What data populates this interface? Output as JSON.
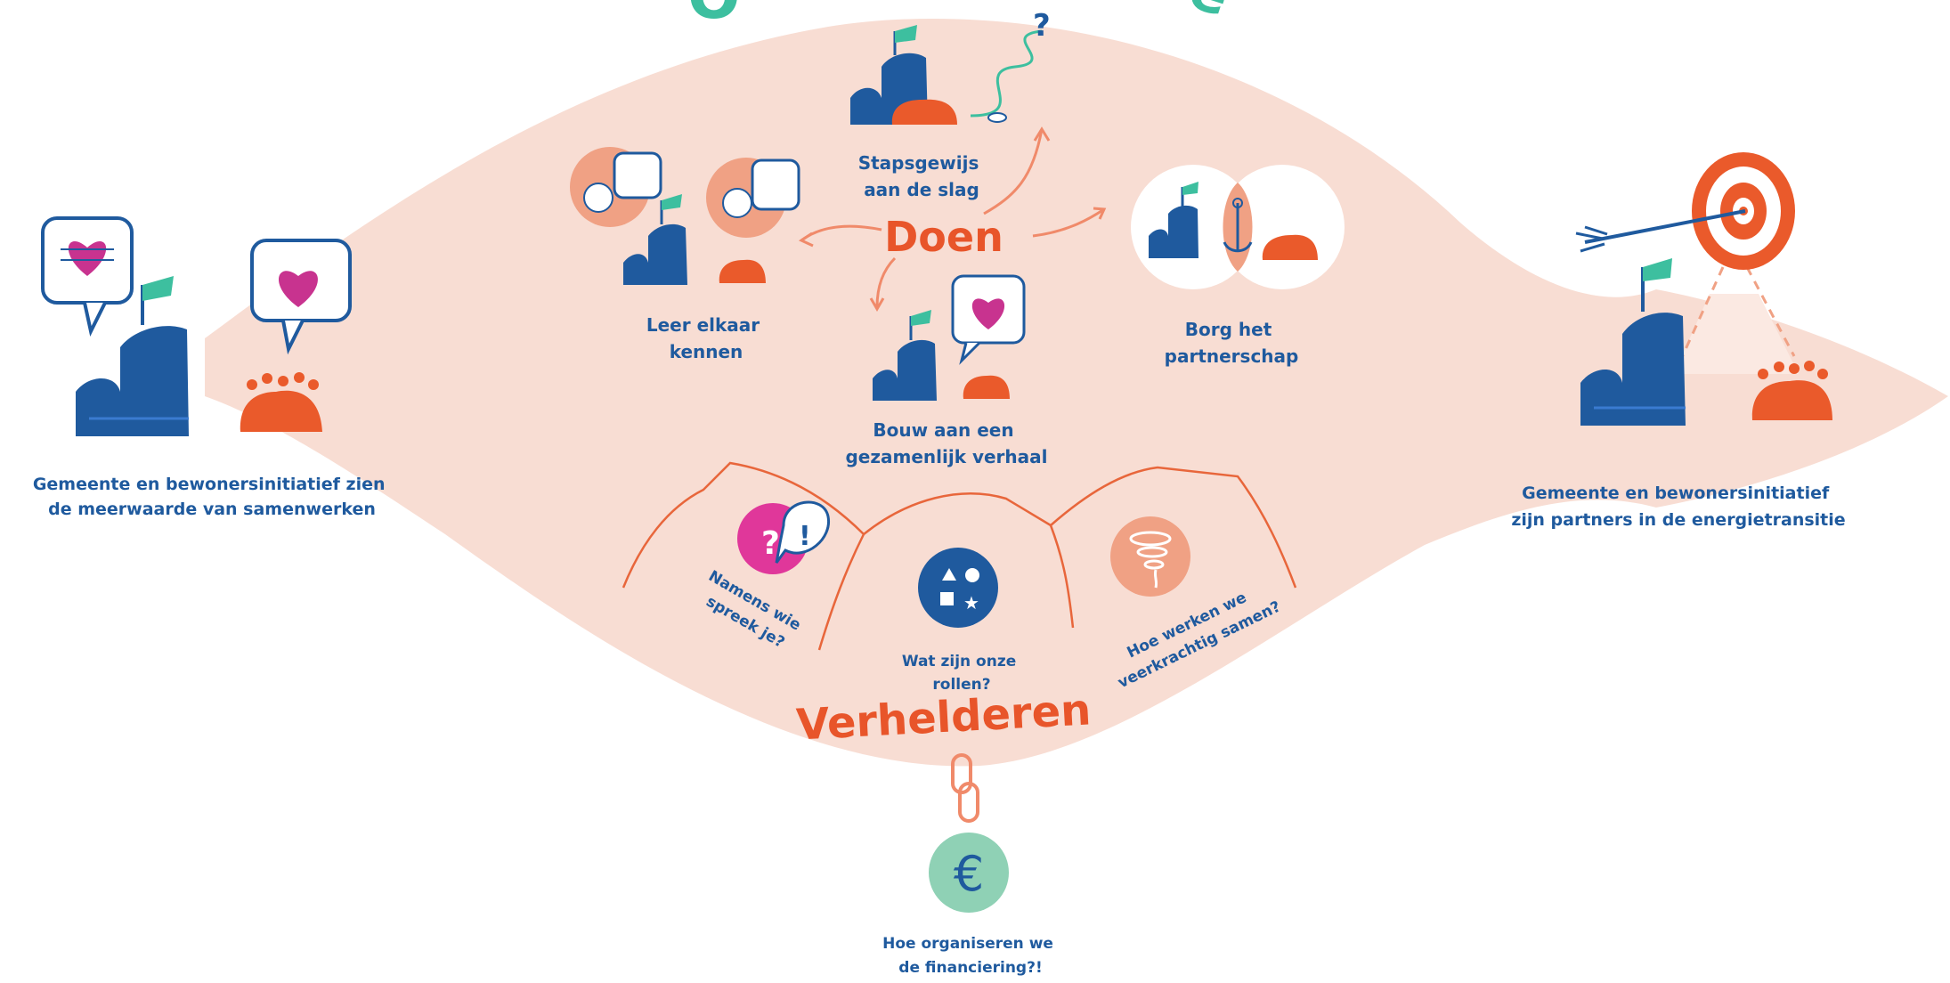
{
  "title_fragment": {
    "left": "O",
    "right": "e"
  },
  "start_label": [
    "Gemeente en bewonersinitiatief zien",
    "de meerwaarde van samenwerken"
  ],
  "end_label": [
    "Gemeente en bewonersinitiatief",
    "zijn partners in de energietransitie"
  ],
  "doen": {
    "heading": "Doen",
    "items": {
      "stapsgewijs": [
        "Stapsgewijs",
        "aan de slag"
      ],
      "leer": [
        "Leer elkaar",
        "kennen"
      ],
      "bouw": [
        "Bouw aan een",
        "gezamenlijk verhaal"
      ],
      "borg": [
        "Borg het",
        "partnerschap"
      ]
    },
    "question_mark": "?"
  },
  "verhelderen": {
    "heading": "Verhelderen",
    "namens": [
      "Namens wie",
      "spreek je?"
    ],
    "rollen": [
      "Wat zijn onze",
      "rollen?"
    ],
    "hoe_werken": [
      "Hoe werken we",
      "veerkrachtig samen?"
    ]
  },
  "financiering": {
    "symbol": "€",
    "label": [
      "Hoe organiseren we",
      "de financiering?!"
    ]
  },
  "colors": {
    "blob": "#f8ddd3",
    "blue": "#1f5a9e",
    "orange": "#ea5a2b",
    "teal": "#3dbf9f",
    "salmon": "#f0a184",
    "magenta": "#e0379a",
    "green": "#8fd1b5"
  }
}
